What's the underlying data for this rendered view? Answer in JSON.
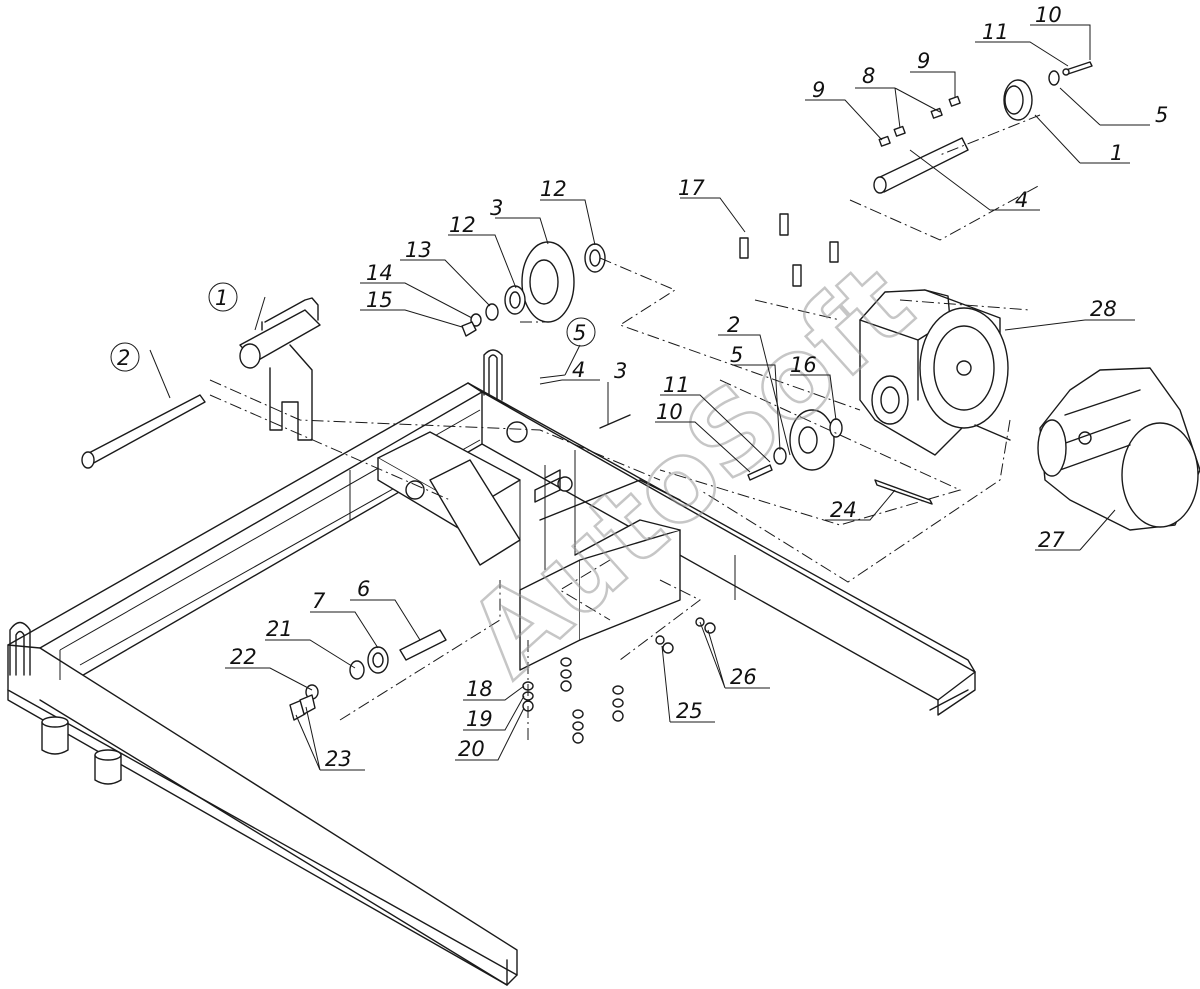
{
  "watermark": "AutoSoft",
  "callouts": [
    {
      "id": "c-10-top",
      "label": "10"
    },
    {
      "id": "c-11-top",
      "label": "11"
    },
    {
      "id": "c-9-left",
      "label": "9"
    },
    {
      "id": "c-8",
      "label": "8"
    },
    {
      "id": "c-9-right",
      "label": "9"
    },
    {
      "id": "c-5-top",
      "label": "5"
    },
    {
      "id": "c-1-top",
      "label": "1"
    },
    {
      "id": "c-4-top",
      "label": "4"
    },
    {
      "id": "c-17",
      "label": "17"
    },
    {
      "id": "c-12-left",
      "label": "12"
    },
    {
      "id": "c-3-top",
      "label": "3"
    },
    {
      "id": "c-12-right",
      "label": "12"
    },
    {
      "id": "c-13",
      "label": "13"
    },
    {
      "id": "c-14",
      "label": "14"
    },
    {
      "id": "c-15",
      "label": "15"
    },
    {
      "id": "c-1-left",
      "label": "1"
    },
    {
      "id": "c-2-left",
      "label": "2"
    },
    {
      "id": "c-5-mid",
      "label": "5"
    },
    {
      "id": "c-4-mid",
      "label": "4"
    },
    {
      "id": "c-3-mid",
      "label": "3"
    },
    {
      "id": "c-2-mid",
      "label": "2"
    },
    {
      "id": "c-5-right",
      "label": "5"
    },
    {
      "id": "c-16",
      "label": "16"
    },
    {
      "id": "c-11-mid",
      "label": "11"
    },
    {
      "id": "c-10-mid",
      "label": "10"
    },
    {
      "id": "c-28",
      "label": "28"
    },
    {
      "id": "c-24",
      "label": "24"
    },
    {
      "id": "c-27",
      "label": "27"
    },
    {
      "id": "c-7",
      "label": "7"
    },
    {
      "id": "c-6",
      "label": "6"
    },
    {
      "id": "c-21",
      "label": "21"
    },
    {
      "id": "c-22",
      "label": "22"
    },
    {
      "id": "c-23",
      "label": "23"
    },
    {
      "id": "c-18",
      "label": "18"
    },
    {
      "id": "c-19",
      "label": "19"
    },
    {
      "id": "c-20",
      "label": "20"
    },
    {
      "id": "c-25",
      "label": "25"
    },
    {
      "id": "c-26",
      "label": "26"
    }
  ]
}
